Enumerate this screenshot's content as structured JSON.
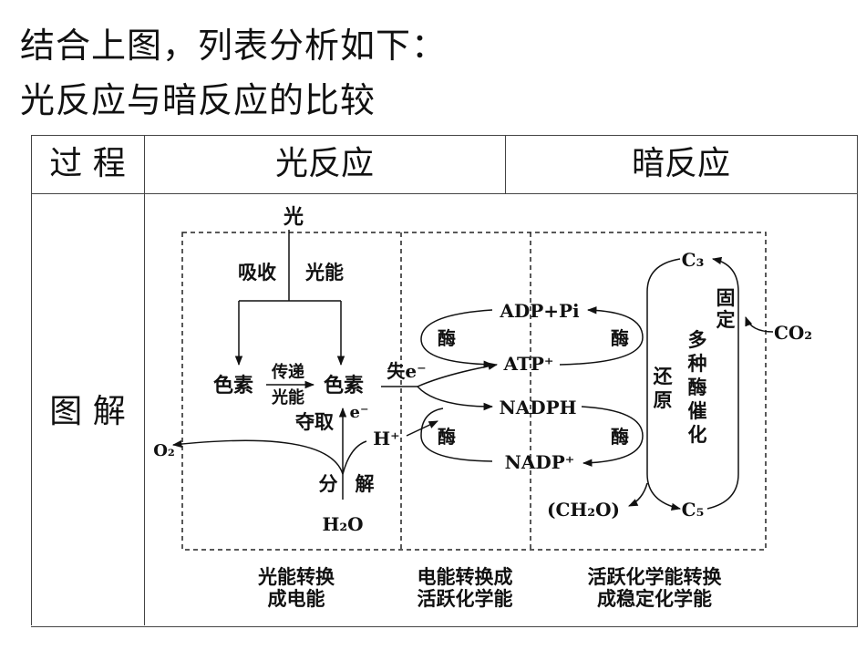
{
  "headings": {
    "line1": "结合上图，列表分析如下：",
    "line2": "光反应与暗反应的比较"
  },
  "table": {
    "col_process": "过 程",
    "col_light": "光反应",
    "col_dark": "暗反应",
    "row_diagram": "图 解"
  },
  "diagram": {
    "light": "光",
    "absorb": "吸收",
    "light_energy": "光能",
    "pigment_left": "色素",
    "transfer": "传递",
    "transfer_energy": "光能",
    "pigment_right": "色素",
    "lose_e": "失e⁻",
    "seize": "夺取",
    "e_minus": "e⁻",
    "h_plus": "H⁺",
    "decompose_1": "分",
    "decompose_2": "解",
    "h2o": "H₂O",
    "o2": "O₂",
    "adp_pi": "ADP+Pi",
    "atp": "ATP⁺",
    "nadph": "NADPH",
    "nadp": "NADP⁺",
    "enzyme": "酶",
    "c3": "C₃",
    "c5": "C₅",
    "co2": "CO₂",
    "ch2o": "(CH₂O)",
    "fix_1": "固",
    "fix_2": "定",
    "reduce_1": "还",
    "reduce_2": "原",
    "multi_enzyme": [
      "多",
      "种",
      "酶",
      "催",
      "化"
    ],
    "caption_1_line1": "光能转换",
    "caption_1_line2": "成电能",
    "caption_2_line1": "电能转换成",
    "caption_2_line2": "活跃化学能",
    "caption_3_line1": "活跃化学能转换",
    "caption_3_line2": "成稳定化学能"
  }
}
